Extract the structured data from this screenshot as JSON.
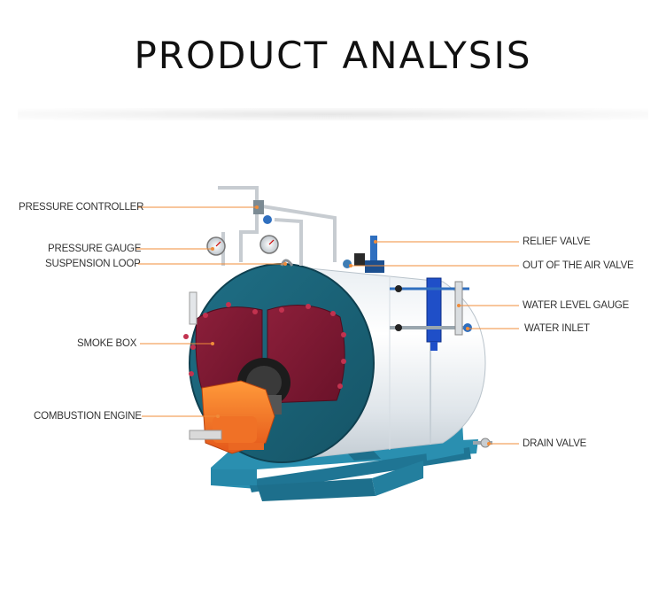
{
  "title": "PRODUCT ANALYSIS",
  "accent_color": "#f08c3a",
  "labels": {
    "pressure_controller": "PRESSURE CONTROLLER",
    "pressure_gauge": "PRESSURE GAUGE",
    "suspension_loop": "SUSPENSION LOOP",
    "smoke_box": "SMOKE BOX",
    "combustion_engine": "COMBUSTION ENGINE",
    "relief_valve": "RELIEF VALVE",
    "out_of_the_air_valve": "OUT OF THE AIR VALVE",
    "water_level_gauge": "WATER LEVEL GAUGE",
    "water_inlet": "WATER INLET",
    "drain_valve": "DRAIN VALVE"
  }
}
